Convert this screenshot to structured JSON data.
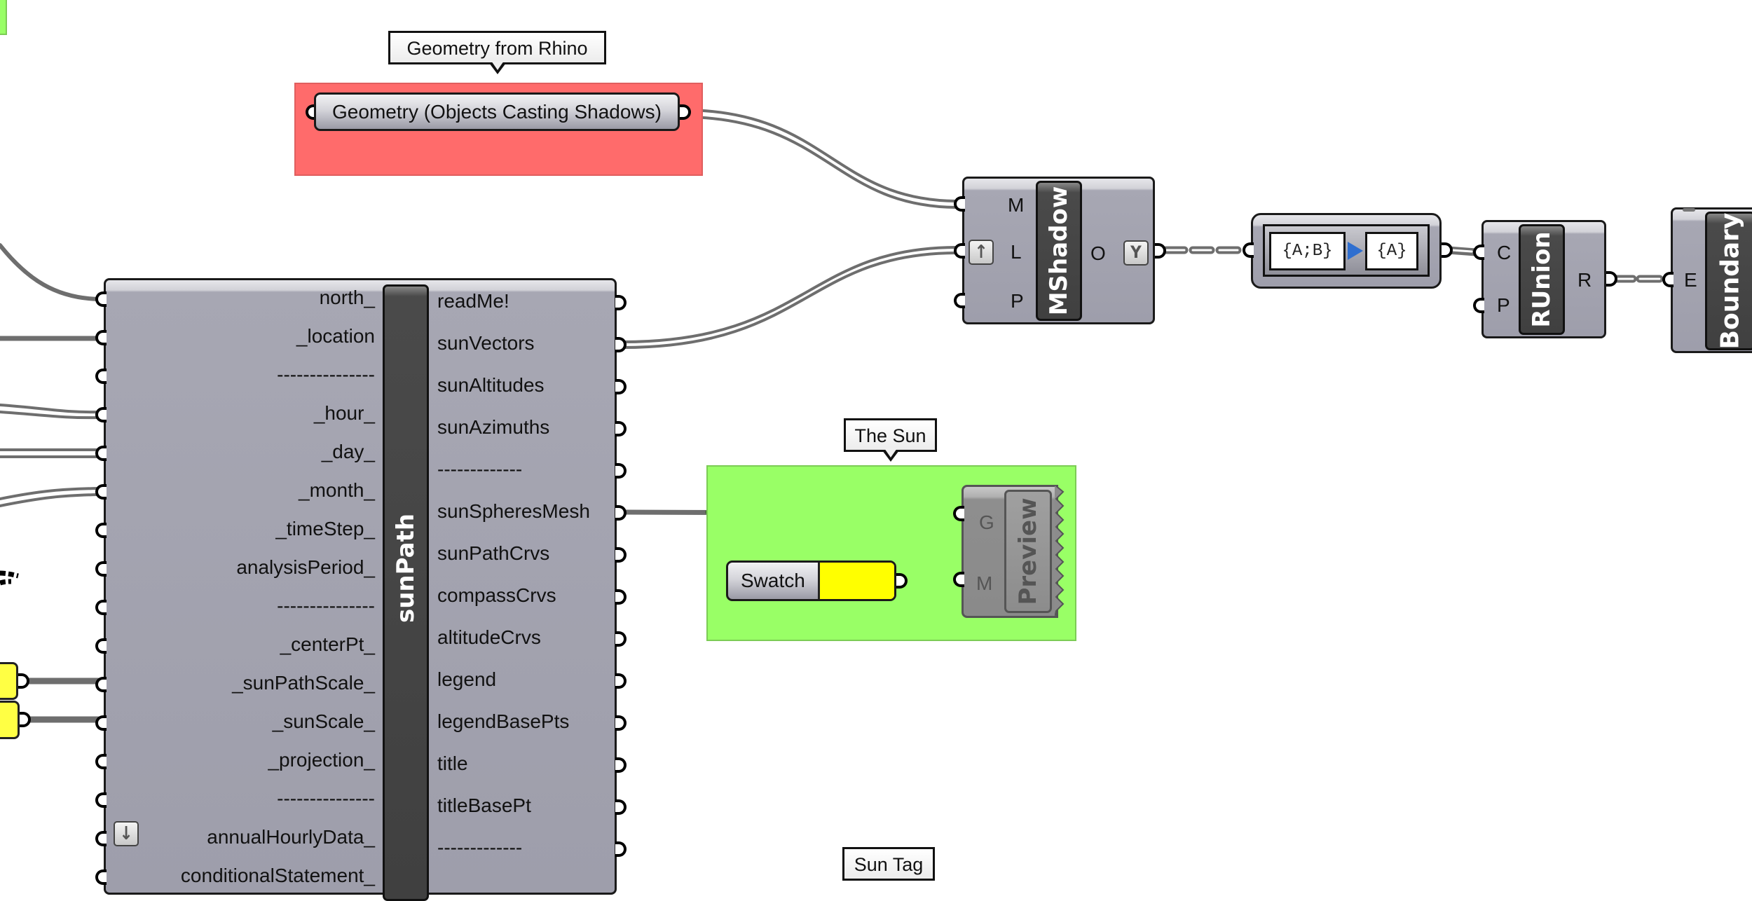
{
  "canvas": {
    "background": "#ffffff",
    "wire_color": "#6e6e6e",
    "group_colors": {
      "geometry_group": "#ff6b6b",
      "sun_group": "#99ff66"
    }
  },
  "geometry_group": {
    "label": "Geometry from Rhino",
    "param_label": "Geometry (Objects Casting Shadows)"
  },
  "sun_group": {
    "label": "The Sun",
    "swatch_label": "Swatch",
    "swatch_color": "#ffff00",
    "preview": {
      "name": "Preview",
      "inputs": [
        "G",
        "M"
      ]
    }
  },
  "sun_tag": {
    "label": "Sun Tag"
  },
  "sunpath": {
    "name": "sunPath",
    "inputs": [
      "north_",
      "_location",
      "---------------",
      "_hour_",
      "_day_",
      "_month_",
      "_timeStep_",
      "analysisPeriod_",
      "---------------",
      "_centerPt_",
      "_sunPathScale_",
      "_sunScale_",
      "_projection_",
      "---------------",
      "annualHourlyData_",
      "conditionalStatement_"
    ],
    "outputs": [
      "readMe!",
      "sunVectors",
      "sunAltitudes",
      "sunAzimuths",
      "-------------",
      "sunSpheresMesh",
      "sunPathCrvs",
      "compassCrvs",
      "altitudeCrvs",
      "legend",
      "legendBasePts",
      "title",
      "titleBasePt",
      "-------------"
    ],
    "flatten_icon": "arrow-down-icon"
  },
  "mshadow": {
    "name": "MShadow",
    "inputs": [
      "M",
      "L",
      "P"
    ],
    "outputs": [
      "O"
    ],
    "l_icon": "arrow-up-icon",
    "o_icon": "graft-icon"
  },
  "settree": {
    "from": "{A;B}",
    "to": "{A}",
    "arrow_icon": "blue-arrow-right-icon"
  },
  "runion": {
    "name": "RUnion",
    "inputs": [
      "C",
      "P"
    ],
    "outputs": [
      "R"
    ]
  },
  "boundary": {
    "name": "Boundary",
    "inputs": [
      "E"
    ]
  }
}
